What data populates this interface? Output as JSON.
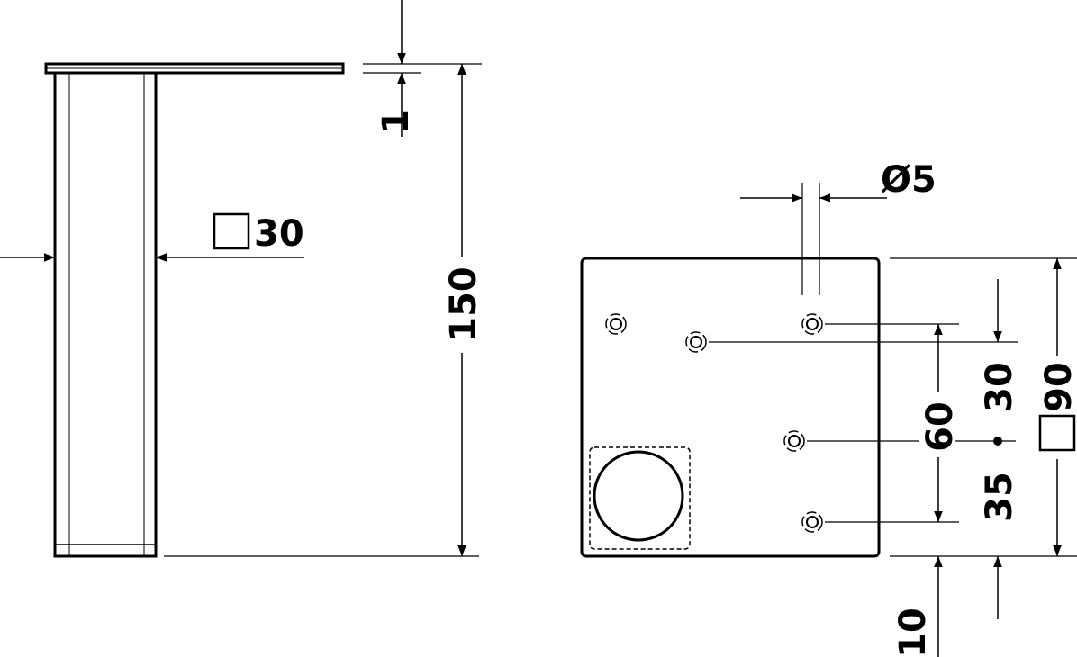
{
  "dimensions": {
    "plate_thickness": "1",
    "tube_height": "150",
    "tube_square": "30",
    "hole_diameter": "Ø5",
    "hole_spacing_60": "60",
    "hole_spacing_30": "30",
    "hole_spacing_35": "35",
    "plate_square": "90",
    "edge_offset": "10"
  },
  "symbols": {
    "square_symbol": "square",
    "diameter_symbol": "Ø"
  }
}
